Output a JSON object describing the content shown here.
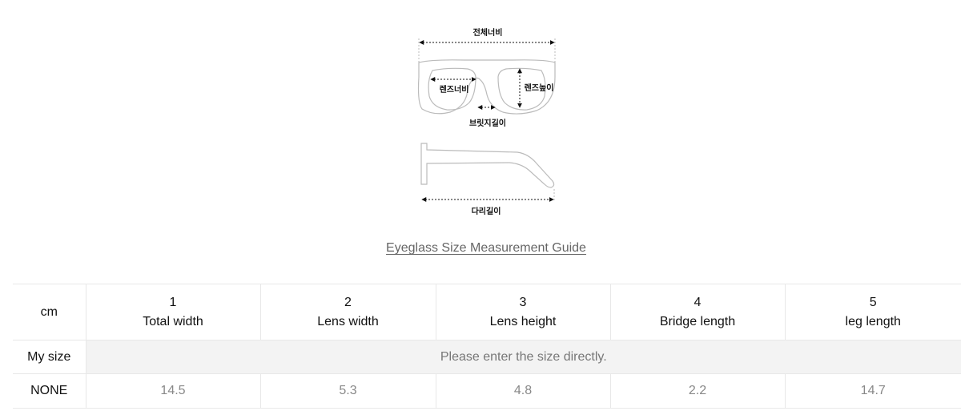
{
  "diagram": {
    "total_width_label": "전체너비",
    "lens_width_label": "렌즈너비",
    "lens_height_label": "렌즈높이",
    "bridge_length_label": "브릿지길이",
    "leg_length_label": "다리길이",
    "line_color": "#bbbbbb"
  },
  "guide_link": "Eyeglass Size Measurement Guide",
  "table": {
    "unit_label": "cm",
    "columns": [
      {
        "number": "1",
        "label": "Total width"
      },
      {
        "number": "2",
        "label": "Lens width"
      },
      {
        "number": "3",
        "label": "Lens height"
      },
      {
        "number": "4",
        "label": "Bridge length"
      },
      {
        "number": "5",
        "label": "leg length"
      }
    ],
    "my_size": {
      "label": "My size",
      "placeholder": "Please enter the size directly."
    },
    "rows": [
      {
        "label": "NONE",
        "values": [
          "14.5",
          "5.3",
          "4.8",
          "2.2",
          "14.7"
        ]
      }
    ]
  }
}
